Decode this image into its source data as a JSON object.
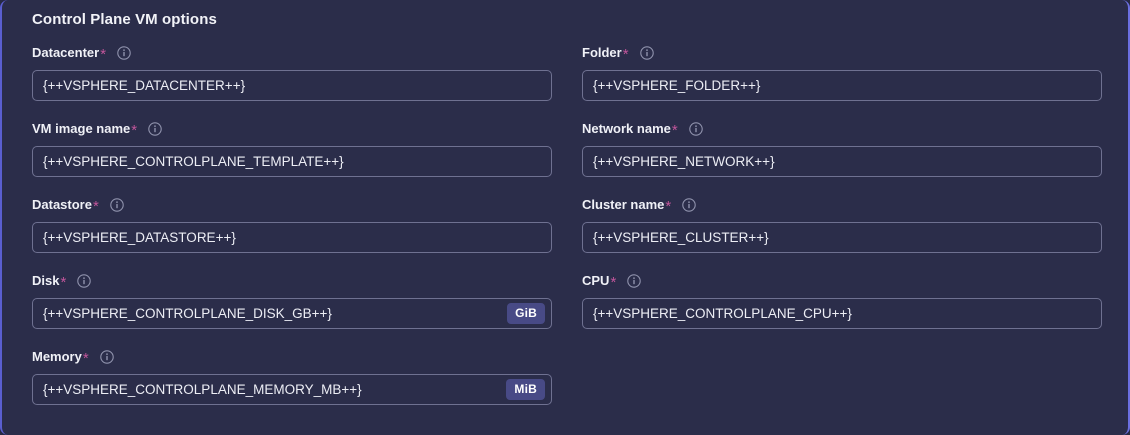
{
  "panel": {
    "title": "Control Plane VM options",
    "accent_left": "#5a5ecf",
    "accent_right": "#6b6fe0",
    "background": "#2b2d4a",
    "required_marker": "*",
    "required_color": "#c2569b",
    "info_icon_name": "info-icon",
    "badge_color": "#484a86"
  },
  "fields": [
    {
      "label": "Datacenter",
      "required": "*",
      "value": "{++VSPHERE_DATACENTER++}",
      "unit": null,
      "column": "left",
      "row": 0,
      "name": "datacenter"
    },
    {
      "label": "Folder",
      "required": "*",
      "value": "{++VSPHERE_FOLDER++}",
      "unit": null,
      "column": "right",
      "row": 0,
      "name": "folder"
    },
    {
      "label": "VM image name",
      "required": "*",
      "value": "{++VSPHERE_CONTROLPLANE_TEMPLATE++}",
      "unit": null,
      "column": "left",
      "row": 1,
      "name": "vm-image-name"
    },
    {
      "label": "Network name",
      "required": "*",
      "value": "{++VSPHERE_NETWORK++}",
      "unit": null,
      "column": "right",
      "row": 1,
      "name": "network-name"
    },
    {
      "label": "Datastore",
      "required": "*",
      "value": "{++VSPHERE_DATASTORE++}",
      "unit": null,
      "column": "left",
      "row": 2,
      "name": "datastore"
    },
    {
      "label": "Cluster name",
      "required": "*",
      "value": "{++VSPHERE_CLUSTER++}",
      "unit": null,
      "column": "right",
      "row": 2,
      "name": "cluster-name"
    },
    {
      "label": "Disk",
      "required": "*",
      "value": "{++VSPHERE_CONTROLPLANE_DISK_GB++}",
      "unit": "GiB",
      "column": "left",
      "row": 3,
      "name": "disk"
    },
    {
      "label": "CPU",
      "required": "*",
      "value": "{++VSPHERE_CONTROLPLANE_CPU++}",
      "unit": null,
      "column": "right",
      "row": 3,
      "name": "cpu"
    },
    {
      "label": "Memory",
      "required": "*",
      "value": "{++VSPHERE_CONTROLPLANE_MEMORY_MB++}",
      "unit": "MiB",
      "column": "left",
      "row": 4,
      "name": "memory"
    }
  ]
}
